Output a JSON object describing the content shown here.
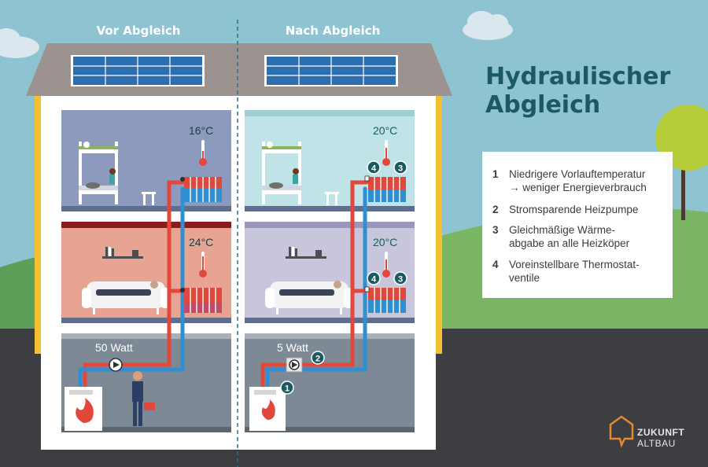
{
  "labels": {
    "before": "Vor Abgleich",
    "after": "Nach Abgleich"
  },
  "title": {
    "line1": "Hydraulischer",
    "line2": "Abgleich"
  },
  "legend": [
    {
      "num": "1",
      "line1": "Niedrigere Vorlauftemperatur",
      "line2": "→ weniger Energieverbrauch"
    },
    {
      "num": "2",
      "line1": "Stromsparende Heizpumpe",
      "line2": ""
    },
    {
      "num": "3",
      "line1": "Gleichmäßige Wärme-",
      "line2": "abgabe an alle Heizköper"
    },
    {
      "num": "4",
      "line1": "Voreinstellbare Thermostat-",
      "line2": "ventile"
    }
  ],
  "before": {
    "top_temp": "16°C",
    "mid_temp": "24°C",
    "pump_power": "50 Watt"
  },
  "after": {
    "top_temp": "20°C",
    "mid_temp": "20°C",
    "pump_power": "5 Watt",
    "markers": {
      "m1": "1",
      "m2": "2",
      "m3": "3",
      "m4": "4"
    }
  },
  "logo": {
    "line1": "ZUKUNFT",
    "line2": "ALTBAU"
  },
  "colors": {
    "sky": "#8ec3d1",
    "title": "#1c5a63",
    "ground": "#3d3e42",
    "grass": "#7ab564",
    "roof": "#9c9391",
    "hot_pipe": "#e2473b",
    "cold_pipe": "#2f8fd0",
    "marker": "#1c5a63"
  }
}
